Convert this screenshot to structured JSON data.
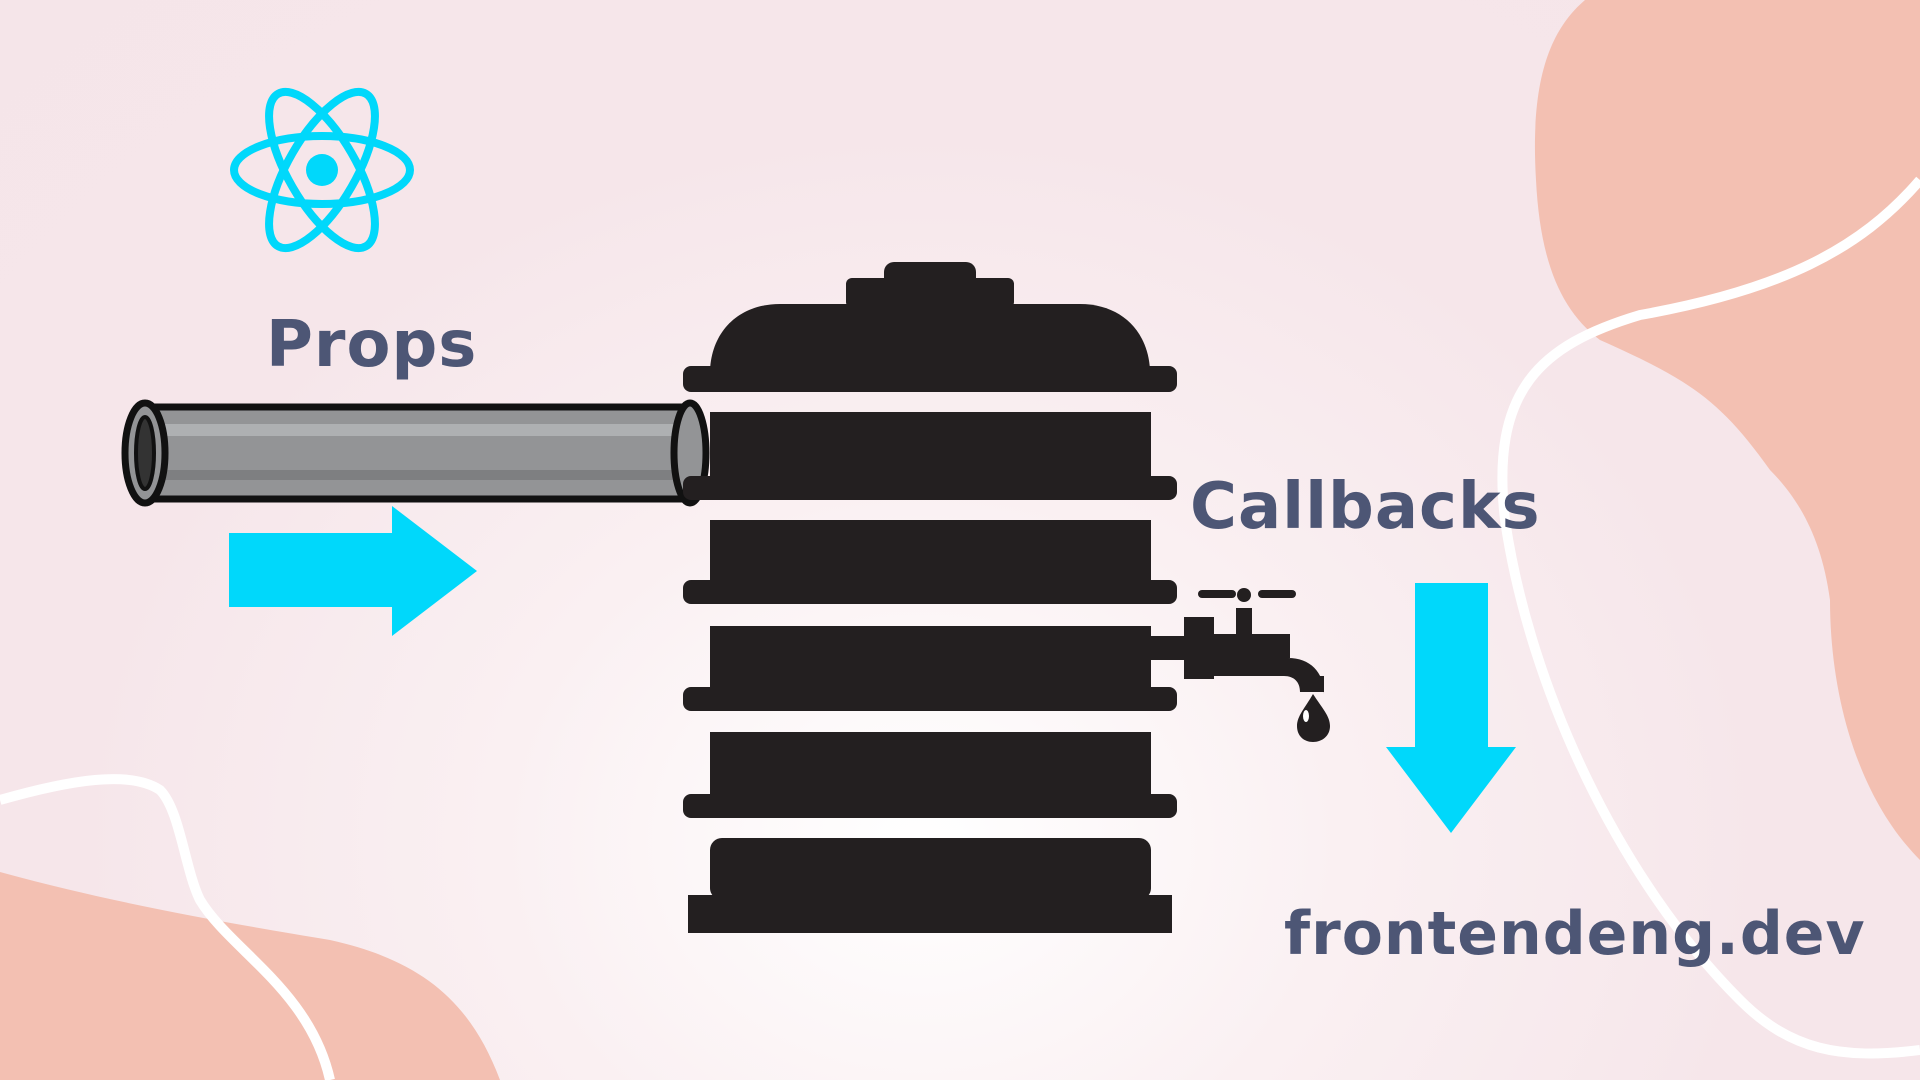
{
  "labels": {
    "props": "Props",
    "callbacks": "Callbacks",
    "site": "frontendeng.dev"
  },
  "icons": {
    "logo": "react-atom-icon",
    "input_pipe": "pipe-icon",
    "container": "water-tank-icon",
    "tap": "faucet-icon",
    "drop": "water-drop-icon",
    "input_arrow": "arrow-right-icon",
    "output_arrow": "arrow-down-icon"
  },
  "colors": {
    "background": "#f6e6ea",
    "blob": "#f3c0b2",
    "accent": "#00d8fb",
    "text": "#4d5675",
    "tank": "#231f20",
    "pipe": "#939496"
  }
}
